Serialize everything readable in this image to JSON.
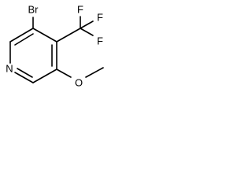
{
  "molecule": {
    "atoms": {
      "br": "Br",
      "n": "N",
      "o": "O",
      "f_top": "F",
      "f_right": "F",
      "f_bottom": "F"
    },
    "colors": {
      "bond": "#000000",
      "label": "#000000",
      "background": "#ffffff"
    }
  }
}
